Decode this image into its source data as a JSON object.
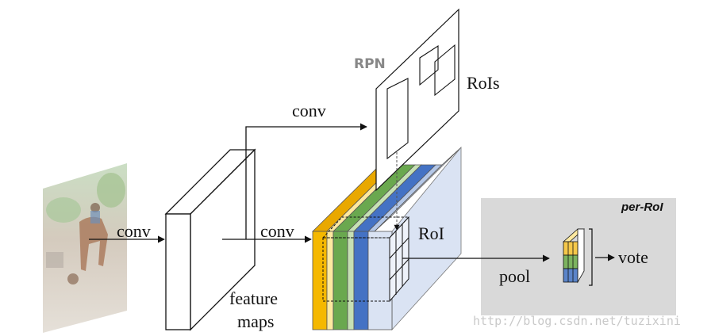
{
  "labels": {
    "conv_input": "conv",
    "conv_mid": "conv",
    "conv_top": "conv",
    "feature_maps_line1": "feature",
    "feature_maps_line2": "maps",
    "rpn": "RPN",
    "rois": "RoIs",
    "roi": "RoI",
    "pool": "pool",
    "vote": "vote",
    "per_roi": "per-RoI"
  },
  "watermark": "http://blog.csdn.net/tuzixini",
  "colors": {
    "score_map_yellow": "#f5b800",
    "score_map_light_yellow": "#fde9a0",
    "score_map_green": "#6aa84f",
    "score_map_light_green": "#c6e0b4",
    "score_map_blue": "#4472c4",
    "score_map_light_blue": "#dae3f3",
    "per_roi_panel": "#d9d9d9",
    "rpn_label": "#888888"
  },
  "icons": {
    "input_image": "photo-of-rider-on-horse-icon"
  }
}
